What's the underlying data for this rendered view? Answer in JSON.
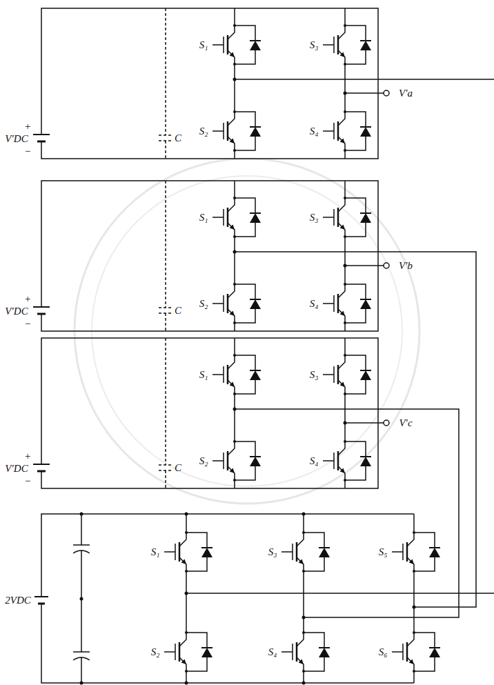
{
  "diagram": {
    "labels": [
      "V′DC",
      "+",
      "−",
      "C",
      "S₁",
      "S₃",
      "S₂",
      "S₄",
      "V′a",
      "V′DC",
      "+",
      "−",
      "C",
      "S₁",
      "S₃",
      "S₂",
      "S₄",
      "V′b",
      "V′DC",
      "+",
      "−",
      "C",
      "S₁",
      "S₃",
      "S₂",
      "S₄",
      "V′c",
      "2VDC",
      "S₁",
      "S₃",
      "S₅",
      "S₂",
      "S₄",
      "S₆"
    ]
  }
}
